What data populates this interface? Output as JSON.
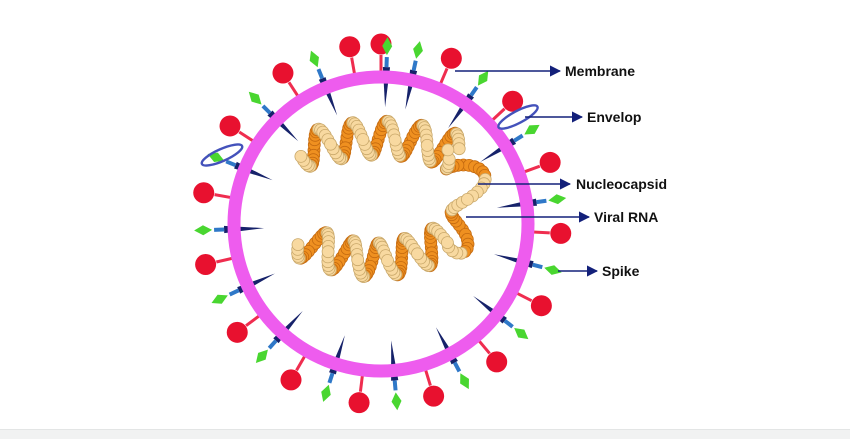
{
  "labels": {
    "membrane": "Membrane",
    "envelop": "Envelop",
    "nucleocapsid": "Nucleocapsid",
    "viral_rna": "Viral RNA",
    "spike": "Spike"
  },
  "colors": {
    "membrane": "#ee5cee",
    "spike_head": "#e8112f",
    "spike_stem": "#ef2d4f",
    "protein_body": "#16226a",
    "protein_tip": "#2f78c8",
    "protein_cap": "#49d630",
    "envelope_ring": "#4452bb",
    "arrow": "#13207a",
    "nucleocapsid_dark": "#ef9020",
    "nucleocapsid_light": "#f8d9a0"
  }
}
